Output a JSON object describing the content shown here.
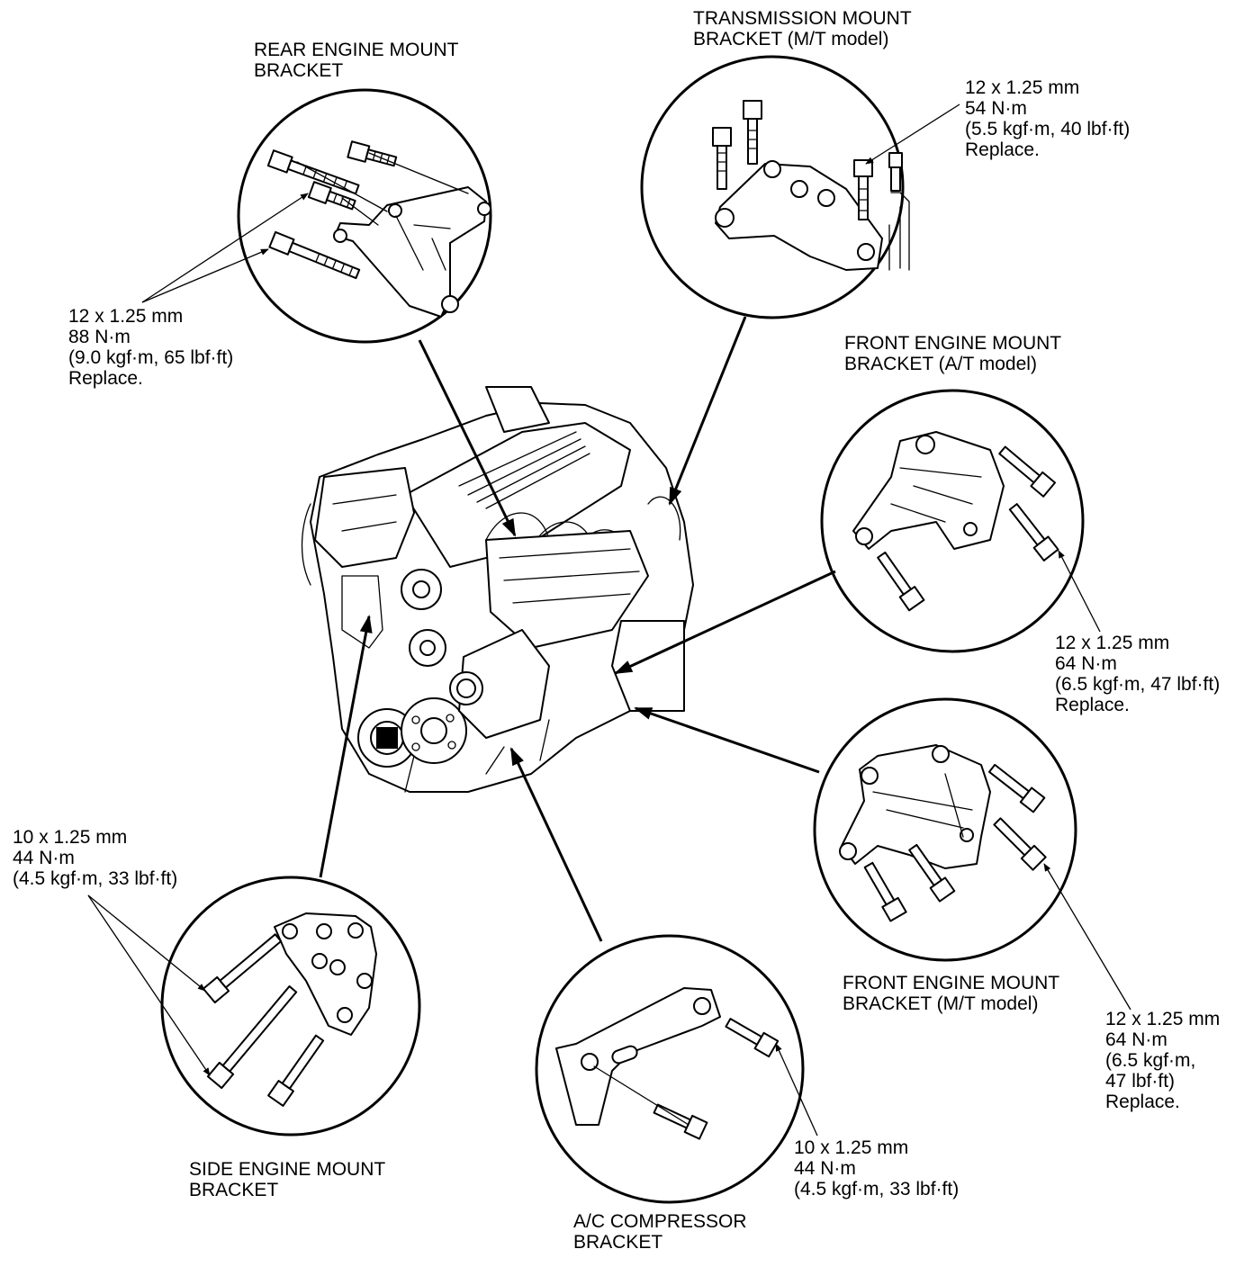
{
  "labels": {
    "rear_bracket": [
      "REAR ENGINE MOUNT",
      "BRACKET"
    ],
    "rear_torque": [
      "12 x 1.25 mm",
      "88 N·m",
      "(9.0 kgf·m, 65 lbf·ft)",
      "Replace."
    ],
    "trans_bracket": [
      "TRANSMISSION MOUNT",
      "BRACKET (M/T model)"
    ],
    "trans_torque": [
      "12 x 1.25 mm",
      "54 N·m",
      "(5.5 kgf·m, 40 lbf·ft)",
      "Replace."
    ],
    "front_at_bracket": [
      "FRONT ENGINE MOUNT",
      "BRACKET (A/T model)"
    ],
    "front_at_torque": [
      "12 x 1.25 mm",
      "64 N·m",
      "(6.5 kgf·m, 47 lbf·ft)",
      "Replace."
    ],
    "front_mt_bracket": [
      "FRONT ENGINE MOUNT",
      "BRACKET (M/T model)"
    ],
    "front_mt_torque": [
      "12 x 1.25 mm",
      "64 N·m",
      "(6.5 kgf·m,",
      "47 lbf·ft)",
      "Replace."
    ],
    "side_torque": [
      "10 x 1.25 mm",
      "44 N·m",
      "(4.5 kgf·m, 33 lbf·ft)"
    ],
    "side_bracket": [
      "SIDE ENGINE MOUNT",
      "BRACKET"
    ],
    "ac_torque": [
      "10 x 1.25 mm",
      "44 N·m",
      "(4.5 kgf·m, 33 lbf·ft)"
    ],
    "ac_bracket": [
      "A/C COMPRESSOR",
      "BRACKET"
    ]
  }
}
